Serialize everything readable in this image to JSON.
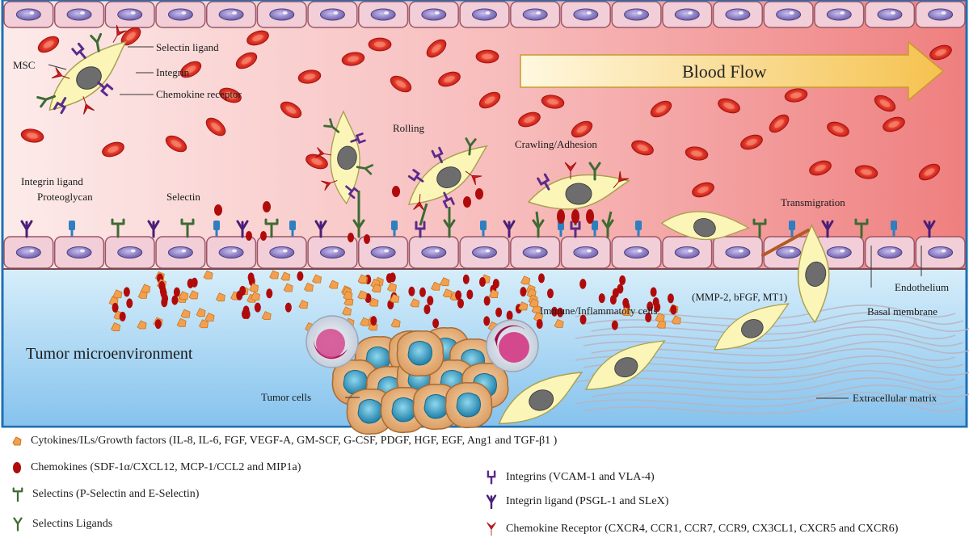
{
  "diagram": {
    "blood_flow": "Blood Flow",
    "labels": {
      "msc": "MSC",
      "selectin_ligand": "Selectin ligand",
      "integrin": "Integrin",
      "chemokine_receptor": "Chemokine receptor",
      "rolling": "Rolling",
      "crawling": "Crawling/Adhesion",
      "integrin_ligand": "Integrin ligand",
      "proteoglycan": "Proteoglycan",
      "selectin": "Selectin",
      "transmigration": "Transmigration",
      "endothelium": "Endothelium",
      "mmp": "(MMP-2, bFGF, MT1)",
      "basal_membrane": "Basal membrane",
      "immune_cells": "Immune/Inflammatory cells",
      "tumor_micro": "Tumor microenvironment",
      "tumor_cells": "Tumor cells",
      "ecm": "Extracellular matrix"
    }
  },
  "legend": {
    "cytokines": "Cytokines/ILs/Growth factors (IL-8, IL-6, FGF, VEGF-A, GM-SCF, G-CSF, PDGF, HGF, EGF, Ang1 and TGF-β1 )",
    "chemokines": "Chemokines (SDF-1α/CXCL12, MCP-1/CCL2 and MIP1a)",
    "selectins": "Selectins (P-Selectin and E-Selectin)",
    "selectin_ligands": "Selectins Ligands",
    "integrins": "Integrins (VCAM-1 and VLA-4)",
    "integrin_ligand": "Integrin ligand (PSGL-1 and SLeX)",
    "chemokine_receptor": "Chemokine Receptor (CXCR4, CCR1, CCR7, CCR9, CX3CL1, CXCR5 and CXCR6)"
  },
  "colors": {
    "vessel_light": "#fbeaea",
    "vessel_dark": "#f08a8a",
    "tumor_top": "#c9e6f7",
    "tumor_bottom": "#8ec8ef",
    "endothelial_cell": "#f2cfd8",
    "nucleus": "#8878b8",
    "rbc": "#e23a2a",
    "msc_body": "#fbf5b8",
    "msc_nucleus": "#6d6d6d",
    "integrin": "#5b2b8a",
    "chemokine_receptor": "#d21d1d",
    "selectin": "#3e6b33",
    "proteoglycan": "#2f7fc0",
    "chemokine": "#b00b0b",
    "cytokine": "#f2a050",
    "tumor_cell": "#e8b27f",
    "tumor_nucleus": "#3f9fc2",
    "border": "#1f6fb5"
  }
}
